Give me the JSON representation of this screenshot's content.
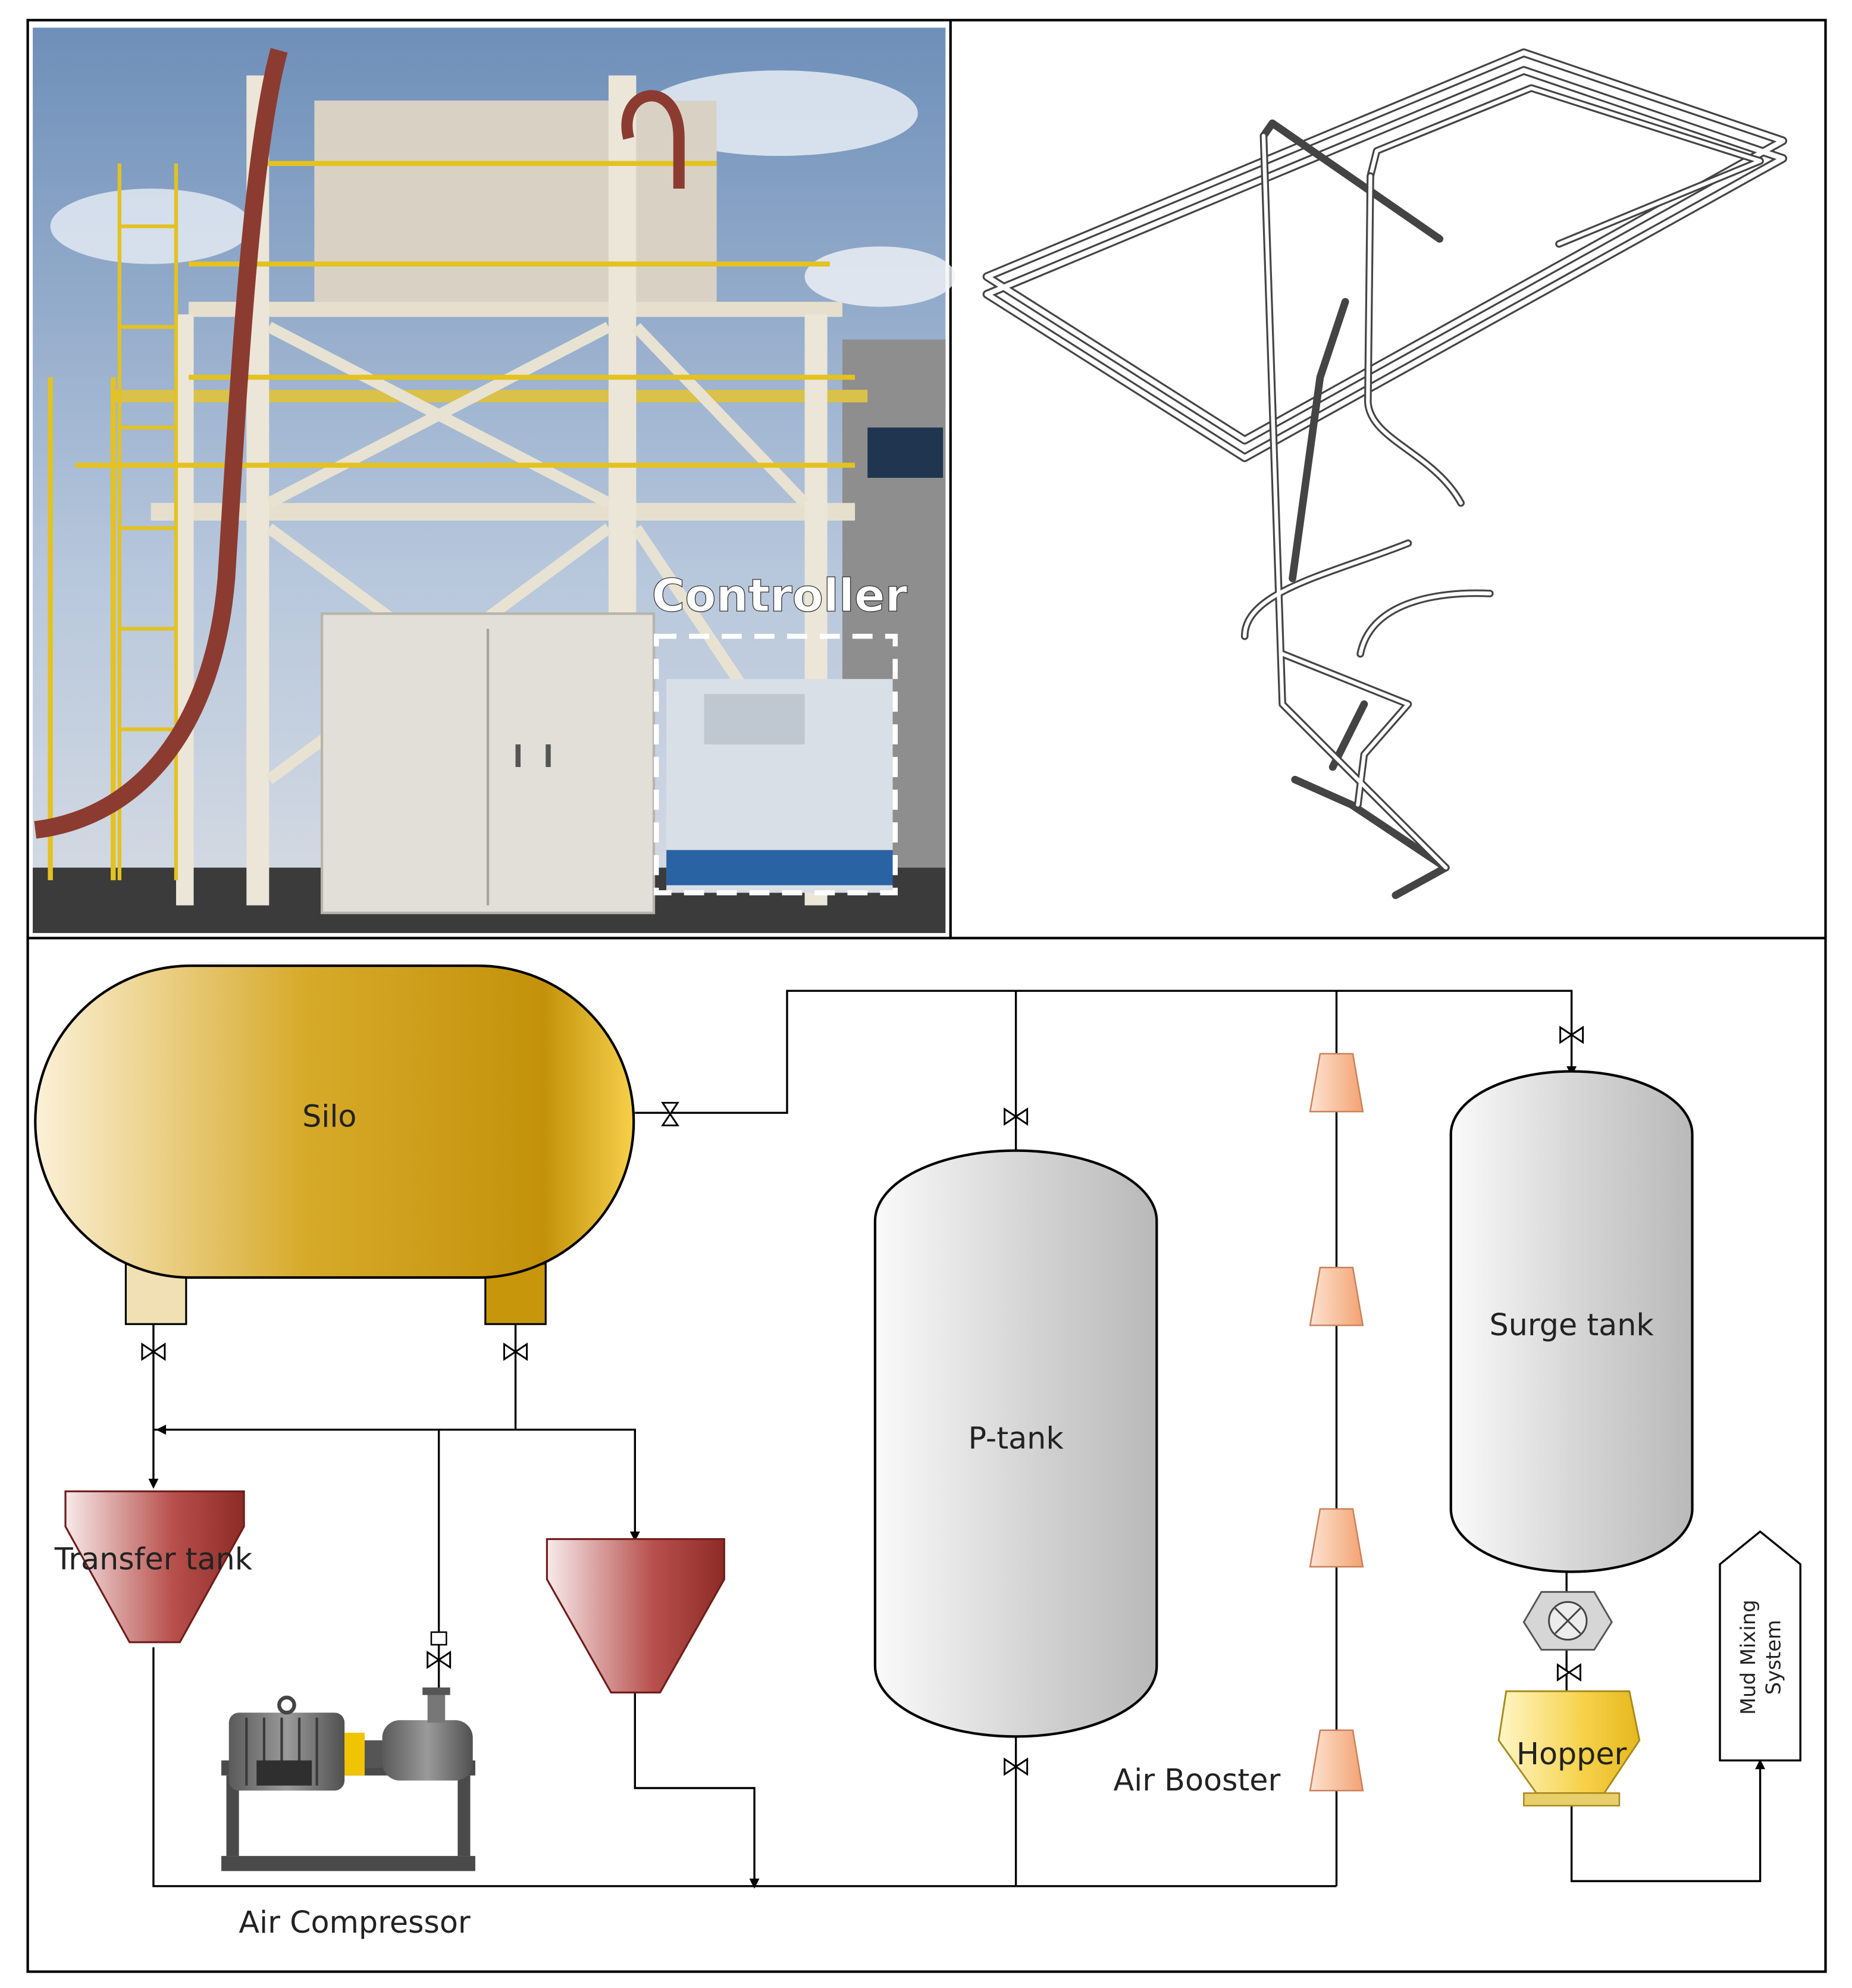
{
  "photo": {
    "callout_label": "Controller"
  },
  "diagram": {
    "labels": {
      "silo": "Silo",
      "transfer_tank": "Transfer tank",
      "air_compressor": "Air Compressor",
      "p_tank": "P-tank",
      "air_booster": "Air Booster",
      "surge_tank": "Surge tank",
      "hopper": "Hopper",
      "mud_mixing_line1": "Mud Mixing",
      "mud_mixing_line2": "System"
    }
  }
}
